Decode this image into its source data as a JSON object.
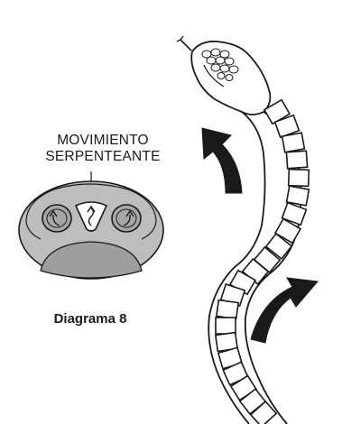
{
  "mode_label": {
    "line1": "MOVIMIENTO",
    "line2": "SERPENTEANTE"
  },
  "caption": "Diagrama 8",
  "remote": {
    "buttons": [
      {
        "id": "left",
        "icon": "curved-arrow-left-icon"
      },
      {
        "id": "center",
        "icon": "snake-motion-icon",
        "highlighted": true
      },
      {
        "id": "right",
        "icon": "curved-arrow-right-icon"
      }
    ]
  },
  "snake": {
    "motion_arrows": [
      {
        "direction": "up-left",
        "icon": "curved-arrow-up-icon"
      },
      {
        "direction": "up-right",
        "icon": "curved-arrow-up-right-icon"
      }
    ]
  },
  "colors": {
    "stroke": "#1a1a1a",
    "remote_body": "#bdbdbd",
    "remote_pad": "#9e9e9e",
    "button_fill": "#a7a7a7",
    "highlight": "#ffffff"
  }
}
